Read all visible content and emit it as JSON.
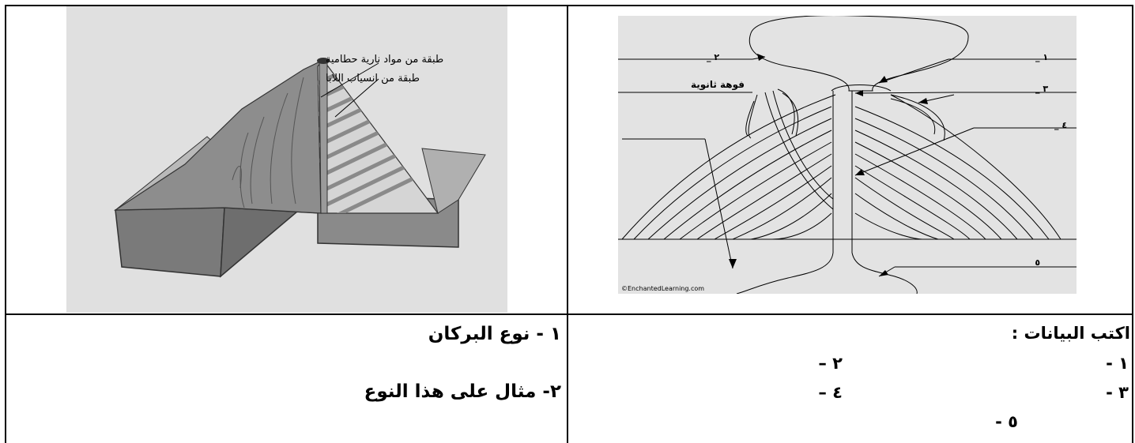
{
  "right_figure": {
    "labels": {
      "l1": "١ _",
      "l2": "٢ _",
      "l3": "٣ _",
      "l4": "٤ _",
      "l5": "٥ _",
      "secondary_vent": "فوهة ثانوية"
    },
    "copyright": "©EnchantedLearning.com"
  },
  "left_figure": {
    "labels": {
      "pyroclastic": "طبقة من مواد نارية حطامية",
      "lava": "طبقة من انسياب اللابا"
    }
  },
  "questions_right": {
    "heading": "اكتب البيانات :",
    "items": {
      "i1": "١ -",
      "i2": "٢ –",
      "i3": "٣ -",
      "i4": "٤ –",
      "i5": "٥ -"
    }
  },
  "questions_left": {
    "q1": "١ - نوع البركان",
    "q2": "٢- مثال على هذا النوع"
  }
}
